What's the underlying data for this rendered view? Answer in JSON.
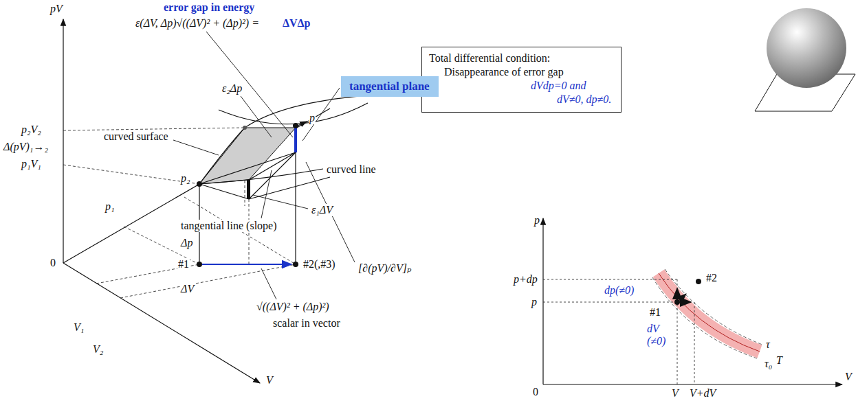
{
  "diagram": {
    "nodes": [
      {
        "text": [
          "Total differential condition:",
          "Disappearance of error gap",
          "dVdp=0 and",
          "dV≠0, dp≠0."
        ]
      },
      {
        "text": [
          "tangential plane"
        ]
      }
    ],
    "labels": [
      "pV",
      "error gap in energy",
      "ε(ΔV, Δp)√((ΔV)² + (Δp)²) =",
      "ΔVΔp",
      "ε₂Δp",
      "p₂V₂",
      "Δ(pV)₁→₂",
      "p₁V₁",
      "curved surface",
      "p",
      "p₂",
      "curved line",
      "p₁",
      "ε₁ΔV",
      "tangential line (slope)",
      "Δp",
      "#1",
      "#2(,#3)",
      "[∂(pV)/∂V]ₚ",
      "ΔV",
      "√((ΔV)² + (Δp)²)",
      "scalar in vector",
      "0",
      "V₁",
      "V₂",
      "V",
      "p",
      "p+dp",
      "p",
      "dp(≠0)",
      "#2",
      "#1",
      "dV (≠0)",
      "τ",
      "τ₀",
      "T",
      "0",
      "V",
      "V",
      "V+dV"
    ]
  }
}
